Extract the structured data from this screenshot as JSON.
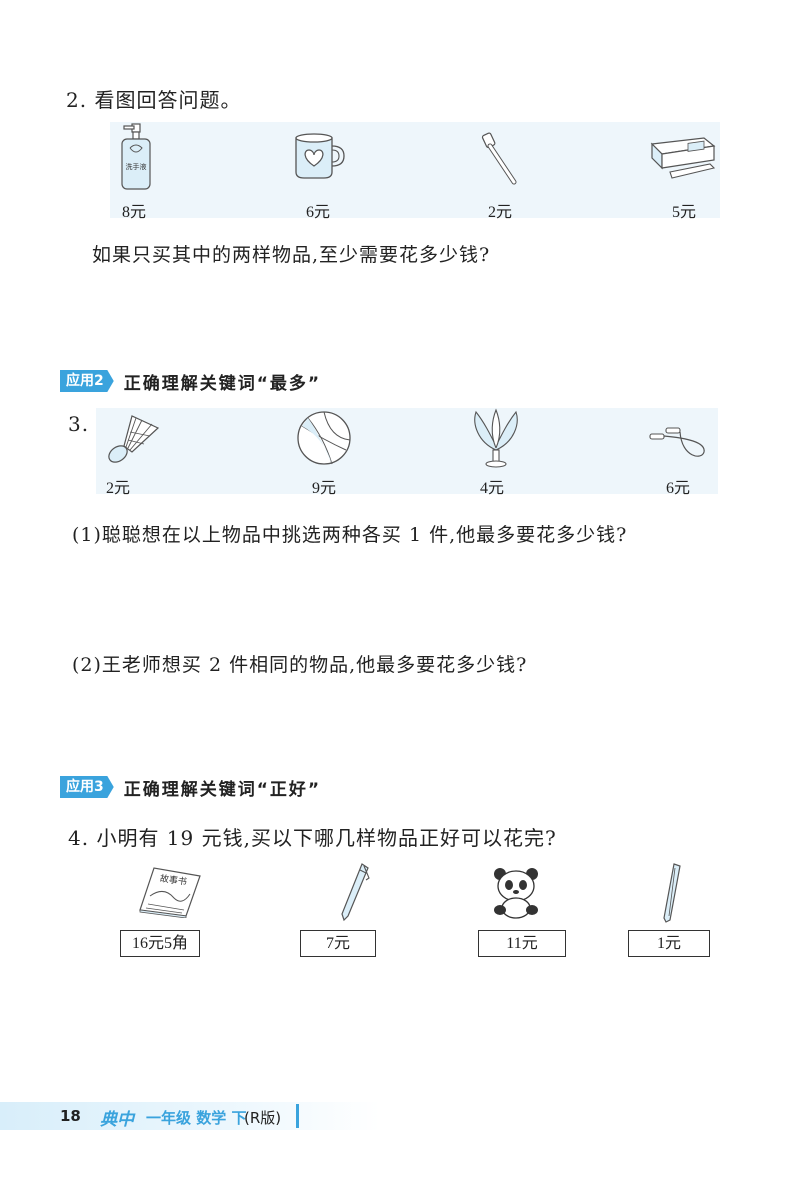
{
  "q2": {
    "title": "2. 看图回答问题。",
    "items": [
      {
        "label": "洗手液",
        "price": "8元"
      },
      {
        "price": "6元"
      },
      {
        "price": "2元"
      },
      {
        "price": "5元"
      }
    ],
    "question": "如果只买其中的两样物品,至少需要花多少钱?"
  },
  "section2": {
    "badge": "应用2",
    "title": "正确理解关键词“最多”"
  },
  "q3": {
    "number": "3.",
    "prices": [
      "2元",
      "9元",
      "4元",
      "6元"
    ],
    "sub1": "(1)聪聪想在以上物品中挑选两种各买 1 件,他最多要花多少钱?",
    "sub2": "(2)王老师想买 2 件相同的物品,他最多要花多少钱?"
  },
  "section3": {
    "badge": "应用3",
    "title": "正确理解关键词“正好”"
  },
  "q4": {
    "title": "4. 小明有 19 元钱,买以下哪几样物品正好可以花完?",
    "book_label": "故事书",
    "prices": [
      "16元5角",
      "7元",
      "11元",
      "1元"
    ]
  },
  "footer": {
    "page": "18",
    "brand": "典中",
    "grade": "一年级 数学 下",
    "edition": "(R版)"
  },
  "colors": {
    "accent": "#3aa3dd",
    "strip": "#eef6fb"
  }
}
